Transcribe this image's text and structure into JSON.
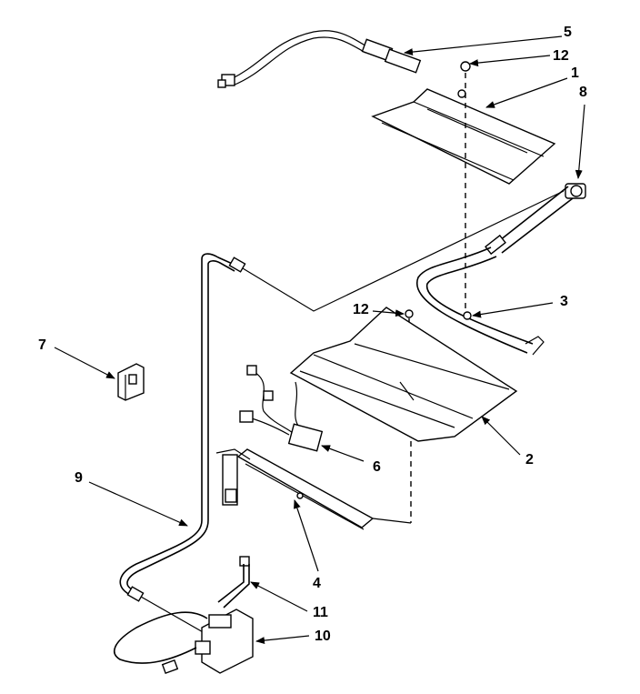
{
  "diagram": {
    "callouts": [
      {
        "id": "5",
        "label": "5"
      },
      {
        "id": "12a",
        "label": "12"
      },
      {
        "id": "1",
        "label": "1"
      },
      {
        "id": "8",
        "label": "8"
      },
      {
        "id": "3",
        "label": "3"
      },
      {
        "id": "12b",
        "label": "12"
      },
      {
        "id": "7",
        "label": "7"
      },
      {
        "id": "2",
        "label": "2"
      },
      {
        "id": "6",
        "label": "6"
      },
      {
        "id": "9",
        "label": "9"
      },
      {
        "id": "4",
        "label": "4"
      },
      {
        "id": "11",
        "label": "11"
      },
      {
        "id": "10",
        "label": "10"
      }
    ]
  }
}
